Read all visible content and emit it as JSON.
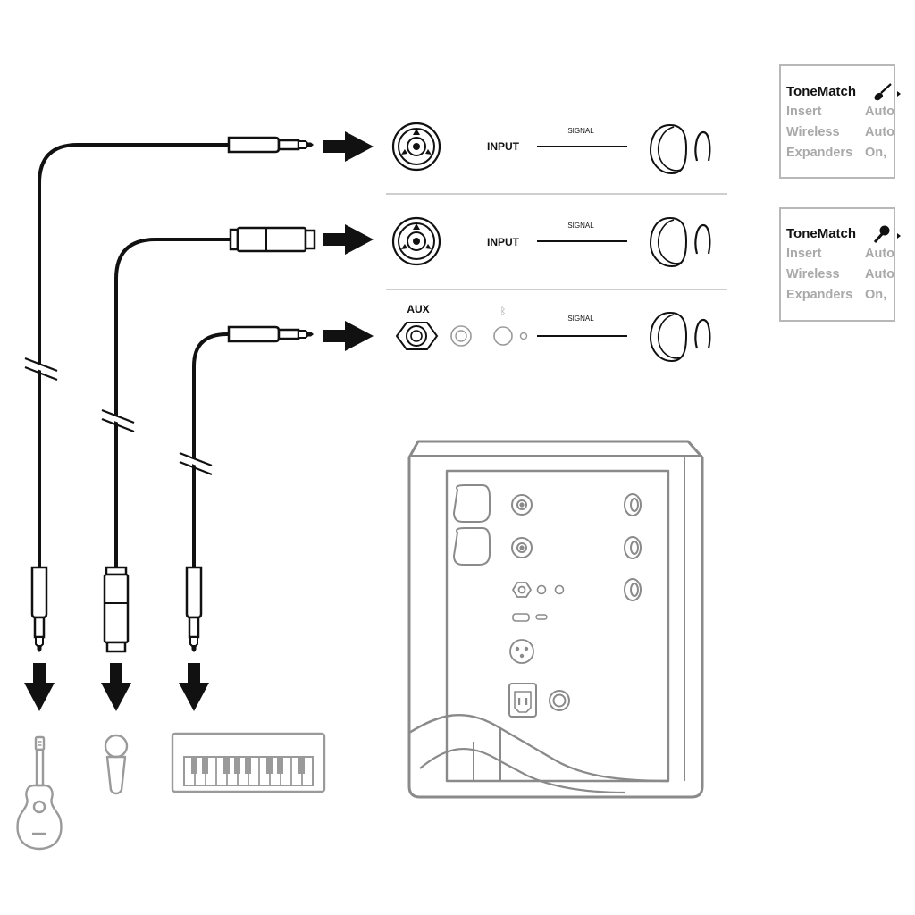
{
  "channels": [
    {
      "jack": "combo",
      "label": "INPUT",
      "signal": "SIGNAL"
    },
    {
      "jack": "combo",
      "label": "INPUT",
      "signal": "SIGNAL"
    },
    {
      "jack": "aux",
      "label": "AUX",
      "signal": "SIGNAL",
      "bluetooth_glyph": "ᛒ"
    }
  ],
  "tonematch_panels": [
    {
      "title": "ToneMatch",
      "icon": "guitar-icon",
      "rows": [
        {
          "key": "Insert",
          "value": "Auto"
        },
        {
          "key": "Wireless",
          "value": "Auto"
        },
        {
          "key": "Expanders",
          "value": "On,"
        }
      ]
    },
    {
      "title": "ToneMatch",
      "icon": "microphone-icon",
      "rows": [
        {
          "key": "Insert",
          "value": "Auto"
        },
        {
          "key": "Wireless",
          "value": "Auto"
        },
        {
          "key": "Expanders",
          "value": "On,"
        }
      ]
    }
  ],
  "sources": [
    "guitar-icon",
    "microphone-icon",
    "keyboard-icon"
  ],
  "colors": {
    "line": "#111111",
    "panel_gray": "#9a9a9a",
    "speaker_gray": "#8a8a8a",
    "muted_text": "#a9a9a9"
  }
}
